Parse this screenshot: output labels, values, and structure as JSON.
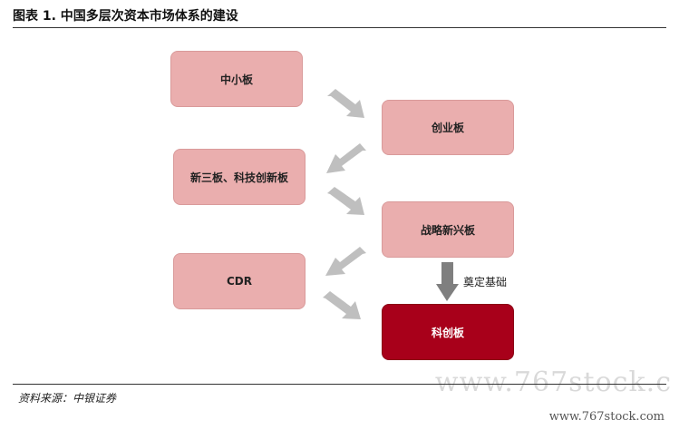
{
  "figure": {
    "title": "图表 1. 中国多层次资本市场体系的建设",
    "source": "资料来源：中银证券"
  },
  "nodes": {
    "zhongxiaoban": "中小板",
    "chuangyeban": "创业板",
    "xinsanban": "新三板、科技创新板",
    "zhanlue": "战略新兴板",
    "cdr": "CDR",
    "kechuangban": "科创板"
  },
  "edges": {
    "down_label": "奠定基础"
  },
  "colors": {
    "box_light": "#eaaeae",
    "box_dark": "#a8001a",
    "arrow_light": "#bfbfbf",
    "arrow_dark": "#7f7f7f"
  },
  "watermark": {
    "large": "www.767stock.c",
    "small": "www.767stock.com"
  }
}
